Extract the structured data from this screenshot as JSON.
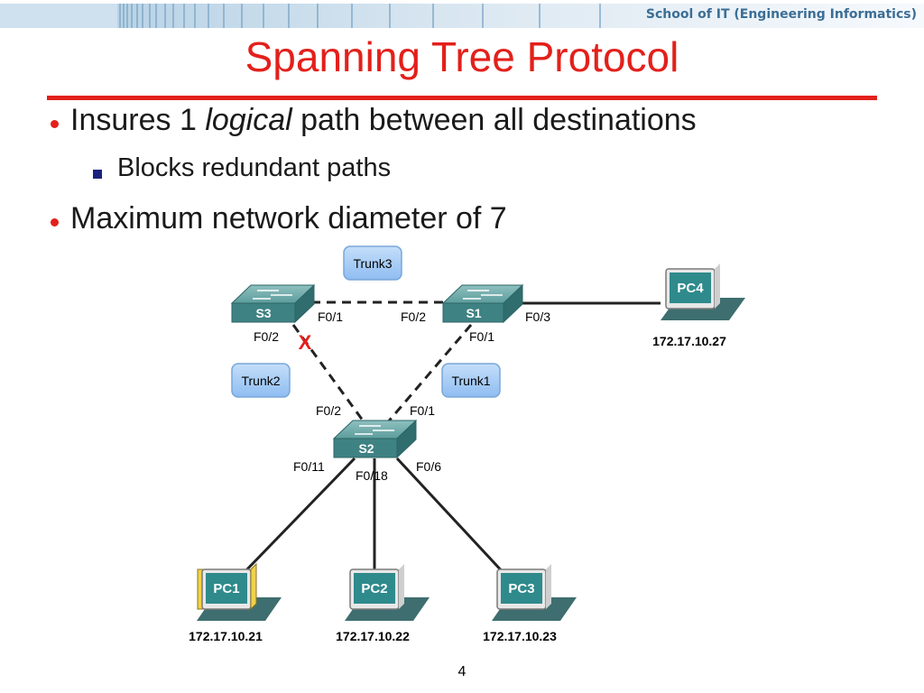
{
  "header": {
    "school": "School of IT (Engineering Informatics)"
  },
  "slide": {
    "title": "Spanning Tree Protocol",
    "bullets": {
      "b1_pre": "Insures 1 ",
      "b1_em": "logical",
      "b1_post": " path between all destinations",
      "sub1": "Blocks redundant paths",
      "b2": "Maximum network diameter of 7"
    },
    "page_number": "4"
  },
  "diagram": {
    "switches": {
      "s1": "S1",
      "s2": "S2",
      "s3": "S3"
    },
    "trunks": {
      "trunk1": "Trunk1",
      "trunk2": "Trunk2",
      "trunk3": "Trunk3"
    },
    "ports": {
      "s3_f01": "F0/1",
      "s3_f02": "F0/2",
      "s1_f02": "F0/2",
      "s1_f03": "F0/3",
      "s1_f01": "F0/1",
      "s2_f02": "F0/2",
      "s2_f01": "F0/1",
      "s2_f011": "F0/11",
      "s2_f018": "F0/18",
      "s2_f06": "F0/6"
    },
    "pcs": {
      "pc1": {
        "name": "PC1",
        "ip": "172.17.10.21"
      },
      "pc2": {
        "name": "PC2",
        "ip": "172.17.10.22"
      },
      "pc3": {
        "name": "PC3",
        "ip": "172.17.10.23"
      },
      "pc4": {
        "name": "PC4",
        "ip": "172.17.10.27"
      }
    },
    "blocked_marker": "X",
    "colors": {
      "accent": "#e3201b",
      "switch": "#3f8283",
      "trunk_fill": "#a9cef7",
      "pc_screen": "#2f8a8c"
    }
  }
}
